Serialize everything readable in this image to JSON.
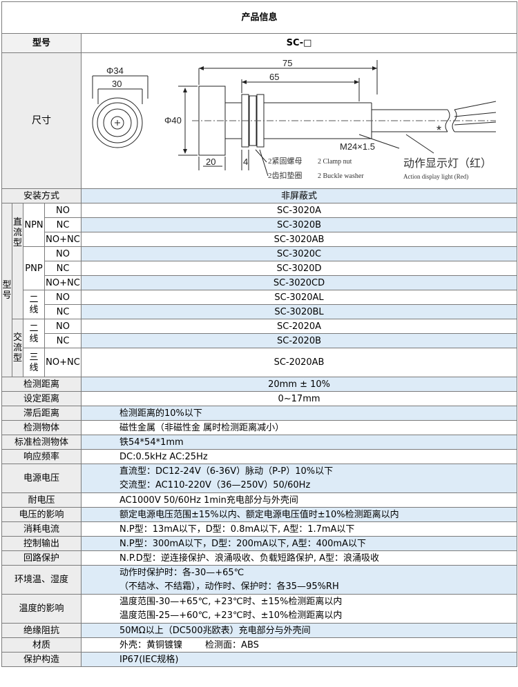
{
  "title": "产品信息",
  "header": {
    "label": "型号",
    "value": "SC-□"
  },
  "size": {
    "label": "尺寸",
    "diagram": {
      "phi34": "Φ34",
      "d30": "30",
      "d75": "75",
      "d65": "65",
      "phi40": "Φ40",
      "d20": "20",
      "d4": "4",
      "thread": "M24×1.5",
      "star": "*",
      "clamp_cn": "2紧固螺母",
      "clamp_en": "2 Clamp nut",
      "washer_cn": "2齿扣垫圈",
      "washer_en": "2 Buckle washer",
      "light_cn": "动作显示灯（红）",
      "light_en": "Action display light (Red)"
    }
  },
  "mount": {
    "label": "安装方式",
    "value": "非屏蔽式"
  },
  "models": {
    "group_label": "型号",
    "dc_label": "直流型",
    "ac_label": "交流型",
    "npn": "NPN",
    "pnp": "PNP",
    "two_wire": "二线",
    "three_wire": "三线",
    "rows": [
      {
        "out": "NO",
        "model": "SC-3020A"
      },
      {
        "out": "NC",
        "model": "SC-3020B"
      },
      {
        "out": "NO+NC",
        "model": "SC-3020AB"
      },
      {
        "out": "NO",
        "model": "SC-3020C"
      },
      {
        "out": "NC",
        "model": "SC-3020D"
      },
      {
        "out": "NO+NC",
        "model": "SC-3020CD"
      },
      {
        "out": "NO",
        "model": "SC-3020AL"
      },
      {
        "out": "NC",
        "model": "SC-3020BL"
      },
      {
        "out": "NO",
        "model": "SC-2020A"
      },
      {
        "out": "NC",
        "model": "SC-2020B"
      },
      {
        "out": "NO+NC",
        "model": "SC-2020AB"
      }
    ]
  },
  "specs": [
    {
      "label": "检测距离",
      "lines": [
        "20mm ± 10%"
      ],
      "center": true
    },
    {
      "label": "设定距离",
      "lines": [
        "0~17mm"
      ],
      "center": true
    },
    {
      "label": "滞后距离",
      "lines": [
        "检测距离的10%以下"
      ]
    },
    {
      "label": "检测物体",
      "lines": [
        "磁性金属（非磁性金 属时检测距离减小）"
      ]
    },
    {
      "label": "标准检测物体",
      "lines": [
        "铁54*54*1mm"
      ]
    },
    {
      "label": "响应频率",
      "lines": [
        "DC:0.5kHz AC:25Hz"
      ]
    },
    {
      "label": "电源电压",
      "lines": [
        "直流型：DC12-24V（6-36V）脉动（P-P）10%以下",
        "交流型：AC110-220V（36—250V）50/60Hz"
      ]
    },
    {
      "label": "耐电压",
      "lines": [
        "AC1000V 50/60Hz 1min充电部分与外壳间"
      ]
    },
    {
      "label": "电压的影响",
      "lines": [
        "额定电源电压范围±15%以内、额定电源电压值时±10%检测距离以内"
      ]
    },
    {
      "label": "消耗电流",
      "lines": [
        "N.P型：13mA以下，D型：0.8mA以下, A型：1.7mA以下"
      ]
    },
    {
      "label": "控制输出",
      "lines": [
        "N.P型：300mA以下，D型：200mA以下, A型：400mA以下"
      ]
    },
    {
      "label": "回路保护",
      "lines": [
        "N.P.D型：逆连接保护、浪涌吸收、负载短路保护, A型：浪涌吸收"
      ]
    },
    {
      "label": "环境温、湿度",
      "lines": [
        "动作时保护时：各-30—+65℃",
        "（不结冰、不结霜），动作时、保护时：各35—95%RH"
      ]
    },
    {
      "label": "温度的影响",
      "lines": [
        "温度范围-30—+65℃, +23℃时、±15%检测距离以内",
        "温度范围-25—+60℃, +23℃时、±10%检测距离以内"
      ]
    },
    {
      "label": "绝缘阻抗",
      "lines": [
        "50MΩ以上（DC500兆欧表）充电部分与外壳间"
      ]
    },
    {
      "label": "材质",
      "lines": [
        "外壳：黄铜镀镍        检测面：ABS"
      ]
    },
    {
      "label": "保护构造",
      "lines": [
        "IP67(IEC规格)"
      ]
    }
  ]
}
